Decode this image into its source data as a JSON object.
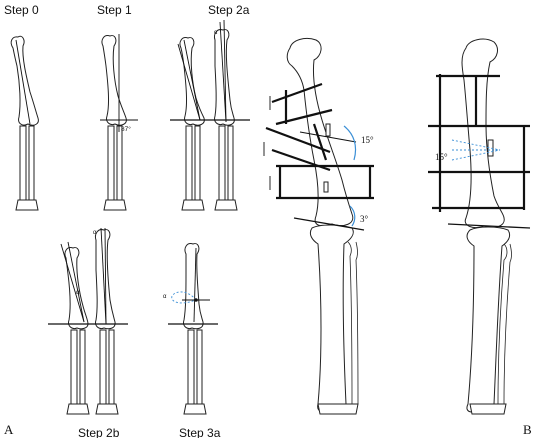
{
  "panel_a": {
    "label": "A",
    "steps": [
      "Step 0",
      "Step 1",
      "Step 2a",
      "Step 2b",
      "Step 3a"
    ],
    "angle_87": "87°",
    "alpha": "α"
  },
  "panel_b": {
    "label": "B",
    "angle_15": "15°",
    "angle_3": "3°"
  },
  "colors": {
    "ink": "#111111",
    "annotation": "#3b8fd6"
  }
}
